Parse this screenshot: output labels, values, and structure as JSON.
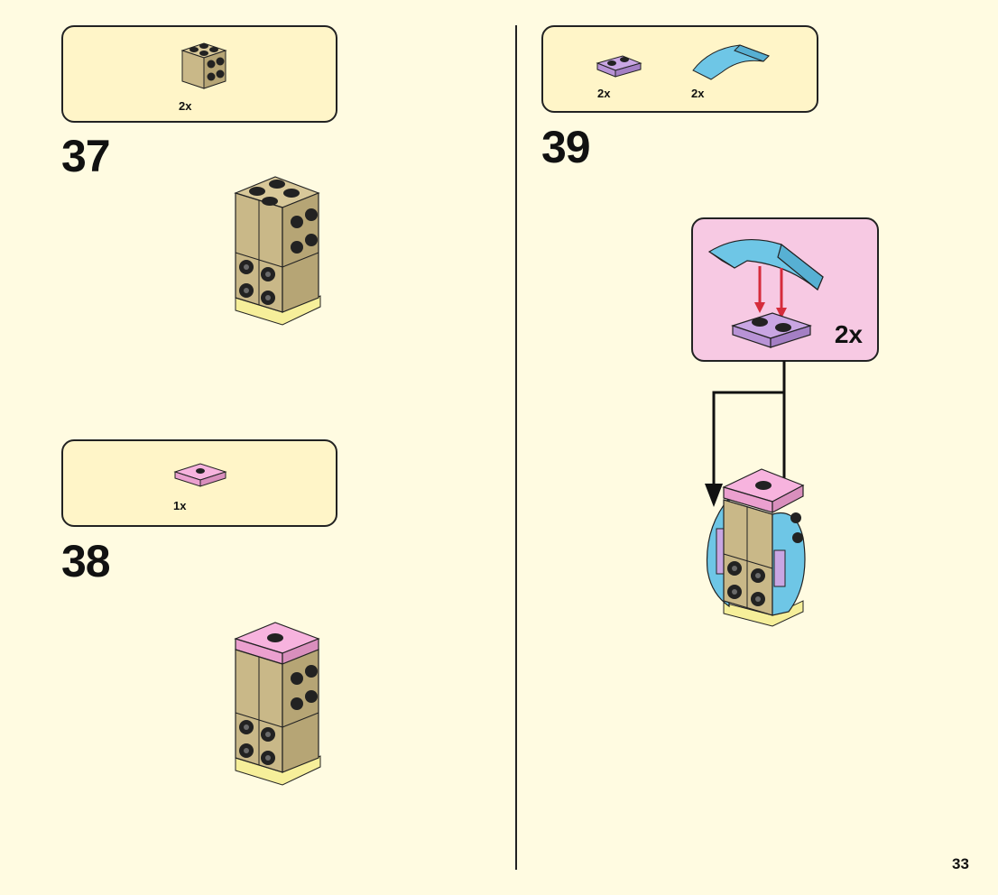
{
  "steps": [
    {
      "number": "37",
      "parts": [
        {
          "qty": "2x",
          "icon": "tan-brick-2x2-with-side-studs"
        }
      ]
    },
    {
      "number": "38",
      "parts": [
        {
          "qty": "1x",
          "icon": "pink-jumper-plate-1x1"
        }
      ]
    },
    {
      "number": "39",
      "parts": [
        {
          "qty": "2x",
          "icon": "lavender-plate-1x2"
        },
        {
          "qty": "2x",
          "icon": "blue-curved-slope"
        }
      ],
      "callout": {
        "qty": "2x"
      }
    }
  ],
  "page_number": "33",
  "colors": {
    "page_bg": "#fffbe1",
    "parts_box_bg": "#fff5c8",
    "callout_bg": "#f7c9e3",
    "tan": "#c9b888",
    "pink": "#f7b3de",
    "lavender": "#c9a6e3",
    "blue": "#6ec6e6",
    "arrow_red": "#d52b3b"
  }
}
